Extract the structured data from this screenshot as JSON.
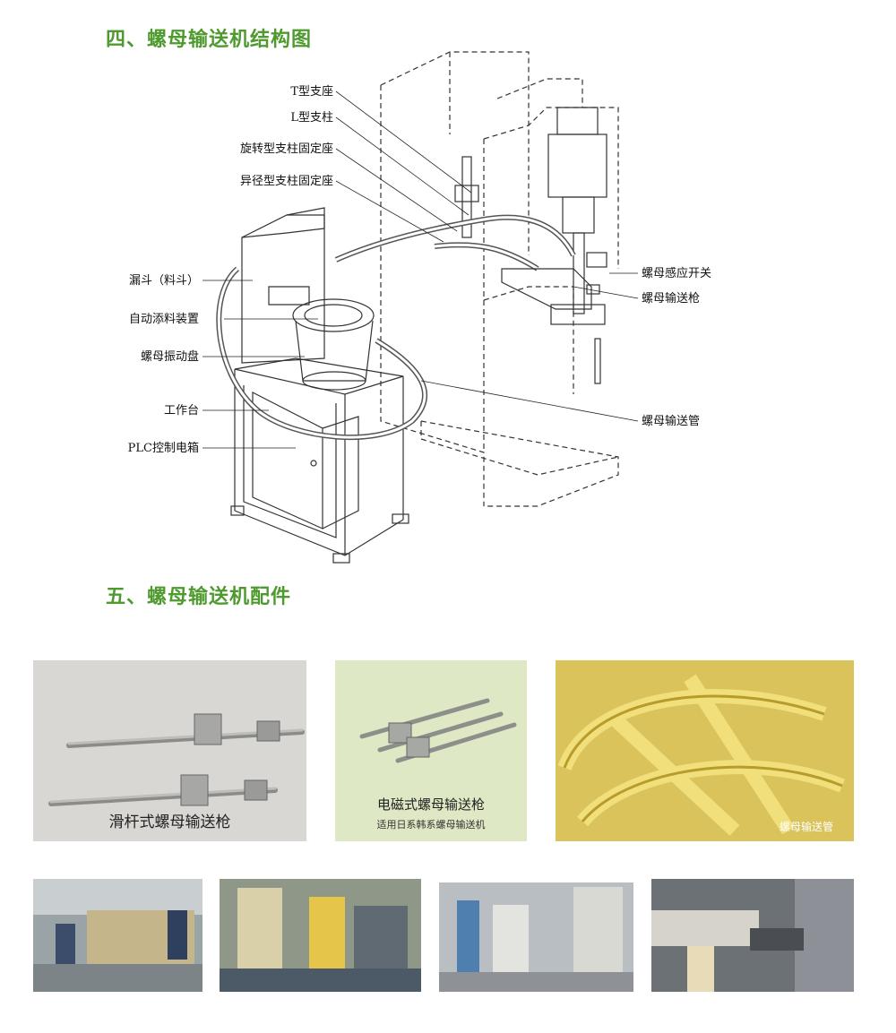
{
  "sections": [
    {
      "title": "四、螺母输送机结构图"
    },
    {
      "title": "五、螺母输送机配件"
    }
  ],
  "diagram": {
    "labels_left": [
      "T型支座",
      "L型支柱",
      "旋转型支柱固定座",
      "异径型支柱固定座",
      "漏斗（料斗）",
      "自动添料装置",
      "螺母振动盘",
      "工作台",
      "PLC控制电箱"
    ],
    "labels_right": [
      "螺母感应开关",
      "螺母输送枪",
      "螺母输送管"
    ]
  },
  "accessories": [
    {
      "caption": "滑杆式螺母输送枪"
    },
    {
      "caption": "电磁式螺母输送枪",
      "subcaption": "适用日系韩系螺母输送机"
    },
    {
      "caption": "螺母输送管"
    }
  ],
  "colors": {
    "title_green": "#4f9a2e",
    "tube_yellow": "#e6d34a",
    "panel_green": "#dfe8c4"
  }
}
